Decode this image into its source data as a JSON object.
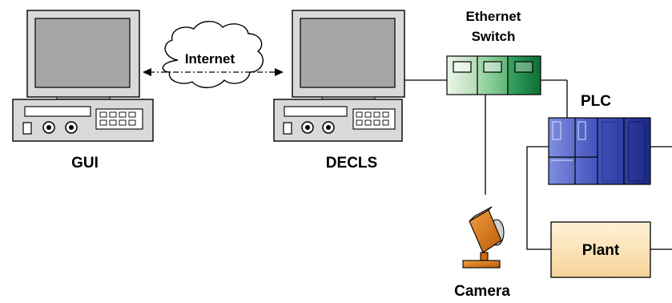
{
  "labels": {
    "gui": "GUI",
    "decls": "DECLS",
    "internet": "Internet",
    "ethernet": "Ethernet",
    "switch": "Switch",
    "plc": "PLC",
    "plant": "Plant",
    "camera": "Camera"
  },
  "colors": {
    "computer_body": "#d9d9d9",
    "screen_fill": "#a6a6a6",
    "switch_light": "#c6e7c6",
    "switch_mid": "#7cc38c",
    "switch_dark": "#1f8a4a",
    "plc_fill": "#3f4fb8",
    "plant_fill": "#fde3b6",
    "camera_fill": "#e07a10"
  },
  "icons": [
    "computer-icon",
    "cloud-icon",
    "network-switch-icon",
    "plc-icon",
    "camera-icon"
  ]
}
